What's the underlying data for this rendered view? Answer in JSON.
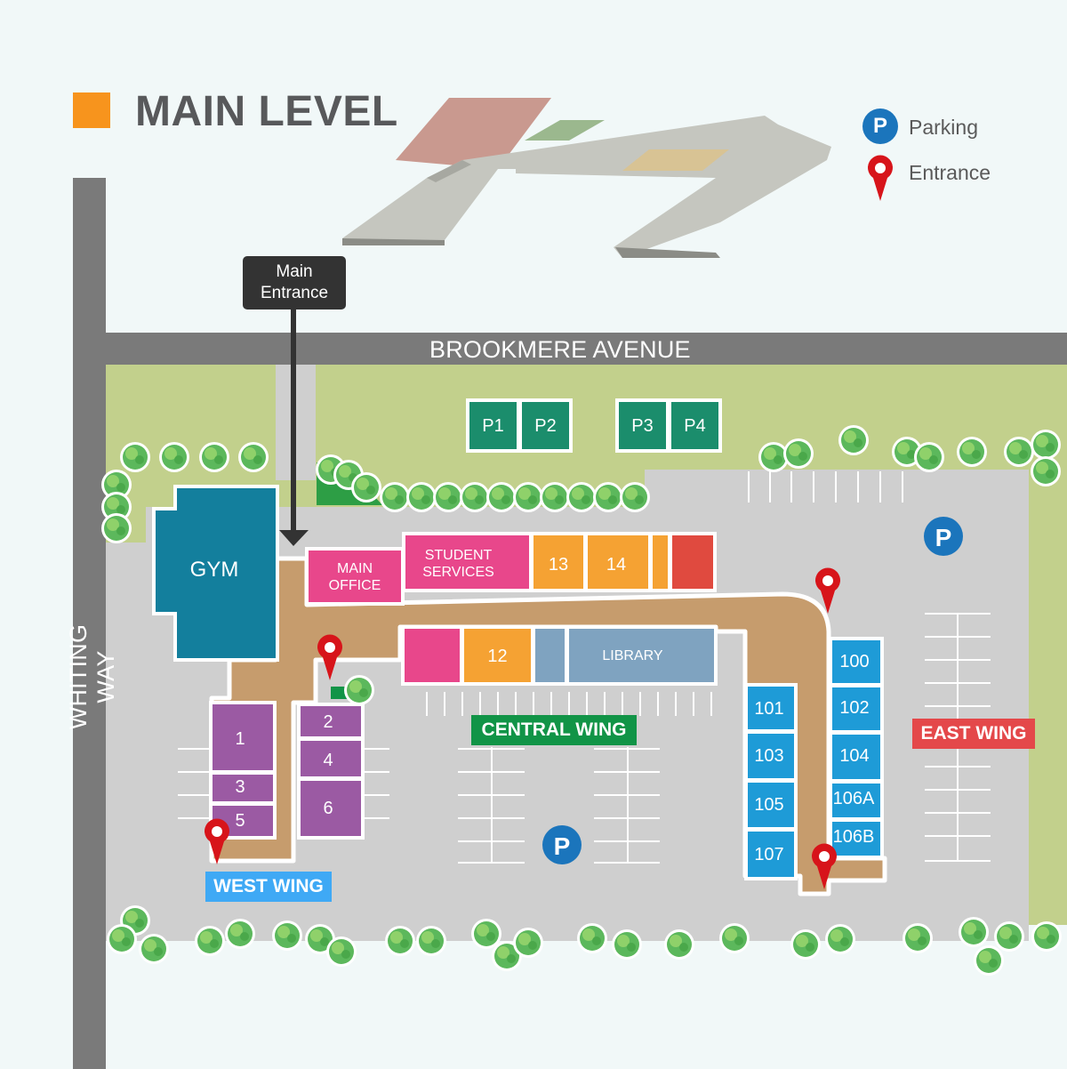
{
  "title": "MAIN LEVEL",
  "legend": [
    {
      "icon": "parking-icon",
      "label": "Parking"
    },
    {
      "icon": "entrance-pin-icon",
      "label": "Entrance"
    }
  ],
  "streets": {
    "top": "BROOKMERE AVENUE",
    "left": "WHITING WAY"
  },
  "callout": {
    "line1": "Main",
    "line2": "Entrance"
  },
  "parking_spaces": [
    "P1",
    "P2",
    "P3",
    "P4"
  ],
  "parking_symbol": "P",
  "wings": {
    "west": "WEST WING",
    "central": "CENTRAL WING",
    "east": "EAST WING"
  },
  "rooms": {
    "gym": "GYM",
    "main_office_1": "MAIN",
    "main_office_2": "OFFICE",
    "student_services_1": "STUDENT",
    "student_services_2": "SERVICES",
    "r13": "13",
    "r14": "14",
    "r12": "12",
    "library": "LIBRARY",
    "r1": "1",
    "r2": "2",
    "r3": "3",
    "r4": "4",
    "r5": "5",
    "r6": "6",
    "r100": "100",
    "r101": "101",
    "r102": "102",
    "r103": "103",
    "r104": "104",
    "r105": "105",
    "r106a": "106A",
    "r106b": "106B",
    "r107": "107"
  },
  "colors": {
    "title_square": "#f7941d",
    "road": "#7a7a7a",
    "grass": "#c2d08c",
    "lot": "#cfcfcf",
    "corridor": "#c69c6d",
    "gym": "#137f9d",
    "magenta": "#e8478b",
    "orange": "#f5a233",
    "red": "#e04a3f",
    "blue_gray": "#7fa3c0",
    "purple": "#9b5aa3",
    "cyan": "#1e9bd7",
    "teal_green": "#1b8d6c",
    "west_tag": "#3fa9f5",
    "central_tag": "#119447",
    "east_tag": "#e4484a",
    "pin": "#d7141a",
    "parking_blue": "#1b75bc"
  }
}
